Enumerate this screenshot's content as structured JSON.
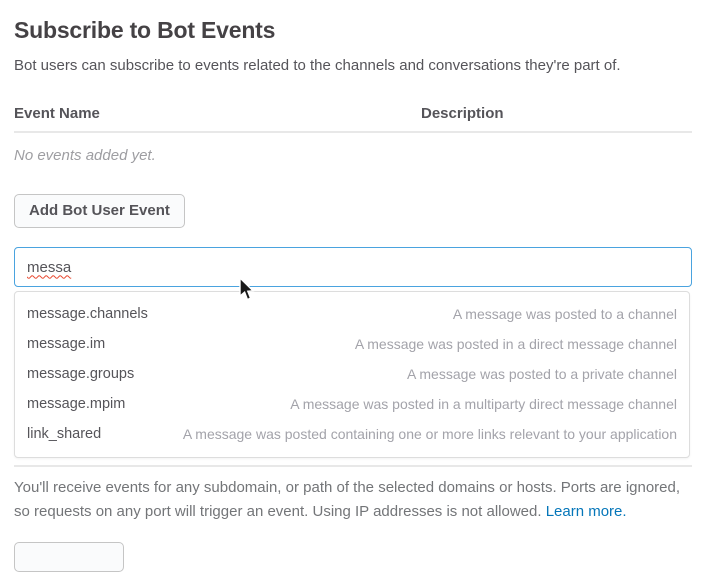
{
  "page": {
    "title": "Subscribe to Bot Events",
    "subtitle": "Bot users can subscribe to events related to the channels and conversations they're part of."
  },
  "table": {
    "col_event_name": "Event Name",
    "col_description": "Description",
    "empty_message": "No events added yet."
  },
  "toolbar": {
    "add_button_label": "Add Bot User Event"
  },
  "search": {
    "value": "messa"
  },
  "dropdown": {
    "items": [
      {
        "name": "message.channels",
        "description": "A message was posted to a channel"
      },
      {
        "name": "message.im",
        "description": "A message was posted in a direct message channel"
      },
      {
        "name": "message.groups",
        "description": "A message was posted to a private channel"
      },
      {
        "name": "message.mpim",
        "description": "A message was posted in a multiparty direct message channel"
      },
      {
        "name": "link_shared",
        "description": "A message was posted containing one or more links relevant to your application"
      }
    ]
  },
  "footer": {
    "text": "You'll receive events for any subdomain, or path of the selected domains or hosts. Ports are ignored, so requests on any port will trigger an event. Using IP addresses is not allowed. ",
    "link_label": "Learn more."
  },
  "colors": {
    "accent_blue": "#4aa3df",
    "link_blue": "#0576b9",
    "heading": "#454245",
    "body_text": "#555459",
    "muted_text": "#9e9ea2",
    "option_desc": "#a3a3aa",
    "divider": "#e8e8e8",
    "squiggle_red": "#e8452c"
  }
}
